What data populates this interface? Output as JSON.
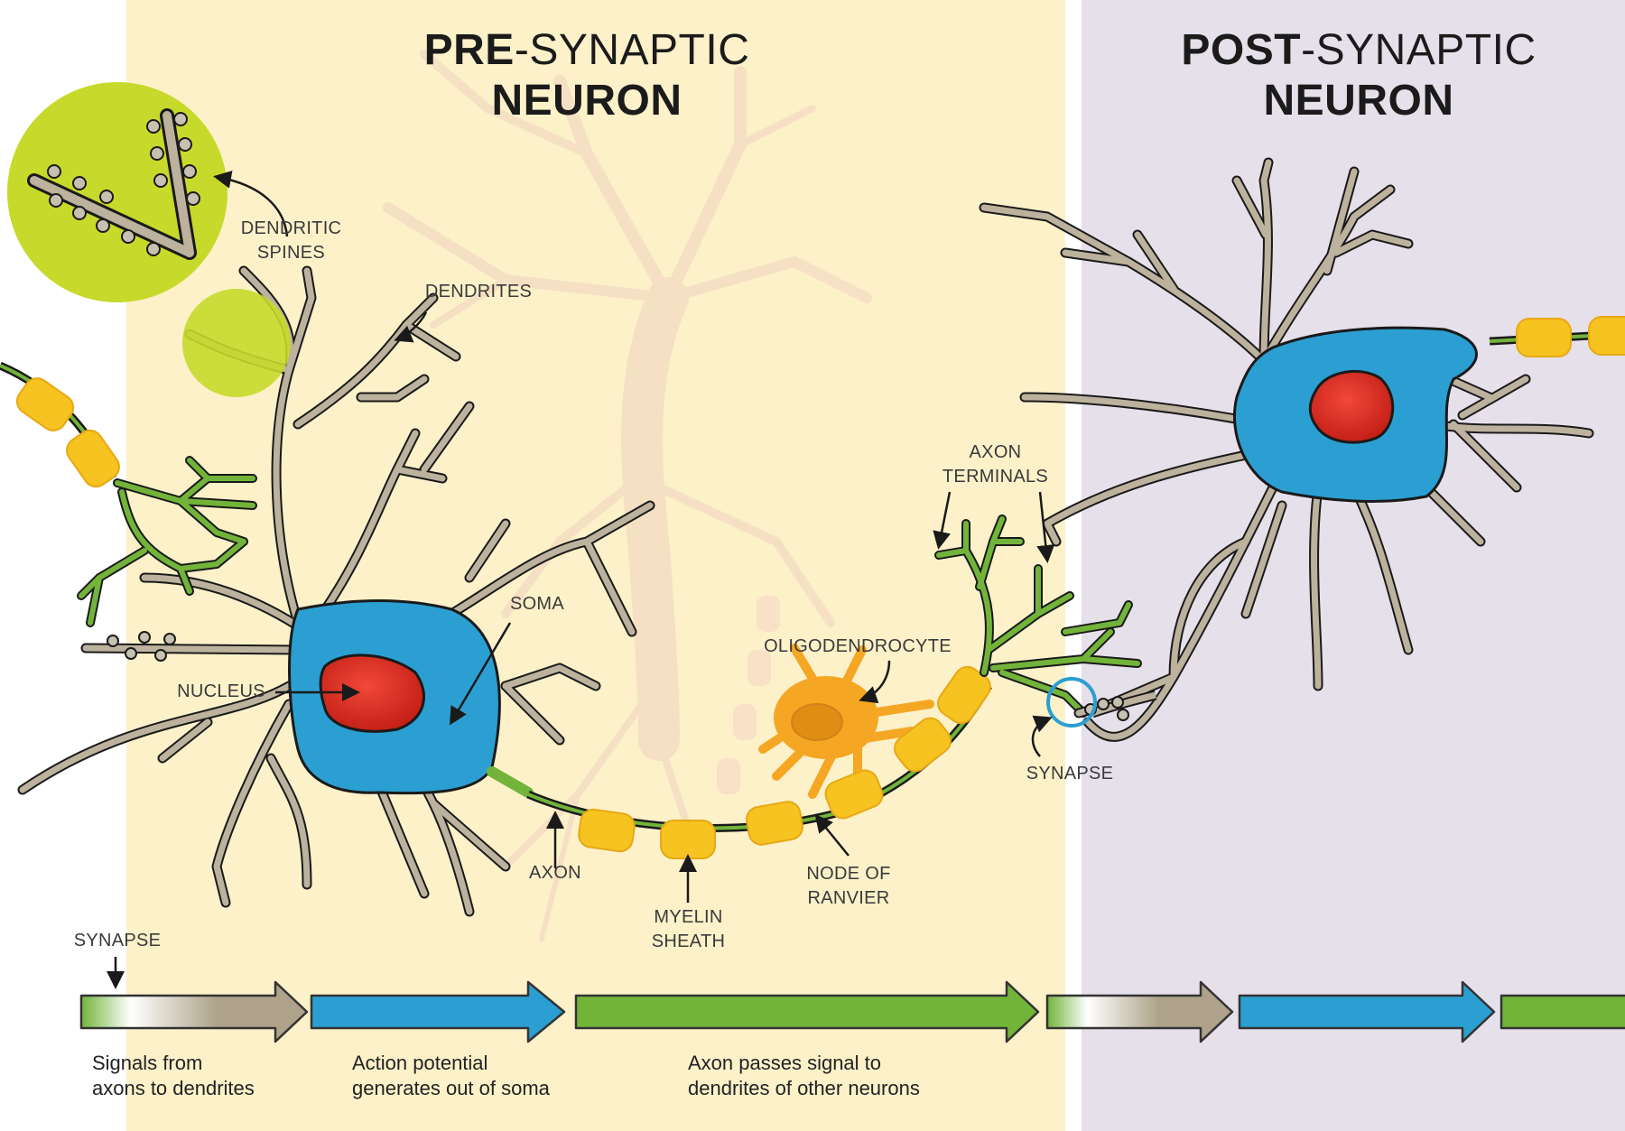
{
  "titles": {
    "pre": {
      "bold": "PRE",
      "rest": "-SYNAPTIC",
      "line2": "NEURON"
    },
    "post": {
      "bold": "POST",
      "rest": "-SYNAPTIC",
      "line2": "NEURON"
    }
  },
  "labels": {
    "dendritic_spines": "DENDRITIC\nSPINES",
    "dendrites": "DENDRITES",
    "soma": "SOMA",
    "nucleus": "NUCLEUS",
    "axon": "AXON",
    "myelin_sheath": "MYELIN\nSHEATH",
    "node_of_ranvier": "NODE OF\nRANVIER",
    "oligodendrocyte": "OLIGODENDROCYTE",
    "axon_terminals": "AXON\nTERMINALS",
    "synapse_post": "SYNAPSE",
    "synapse_flow": "SYNAPSE"
  },
  "flow_captions": {
    "dendrites": "Signals from\naxons to dendrites",
    "soma": "Action potential\ngenerates out of soma",
    "axon": "Axon passes signal to\ndendrites of other neurons"
  },
  "colors": {
    "pre_background": "#fcf1c9",
    "post_background": "#e6e0ea",
    "soma": "#2b9fd2",
    "nucleus": "#d62a1e",
    "dendrite": "#bdb29d",
    "axon_terminal": "#72b43a",
    "myelin": "#f6c320",
    "oligodendrocyte": "#f5a623",
    "inset_circle": "#c7d92a",
    "flow_gradient": "#aea38a",
    "flow_soma": "#2b9fd2",
    "flow_axon": "#72b43a"
  }
}
